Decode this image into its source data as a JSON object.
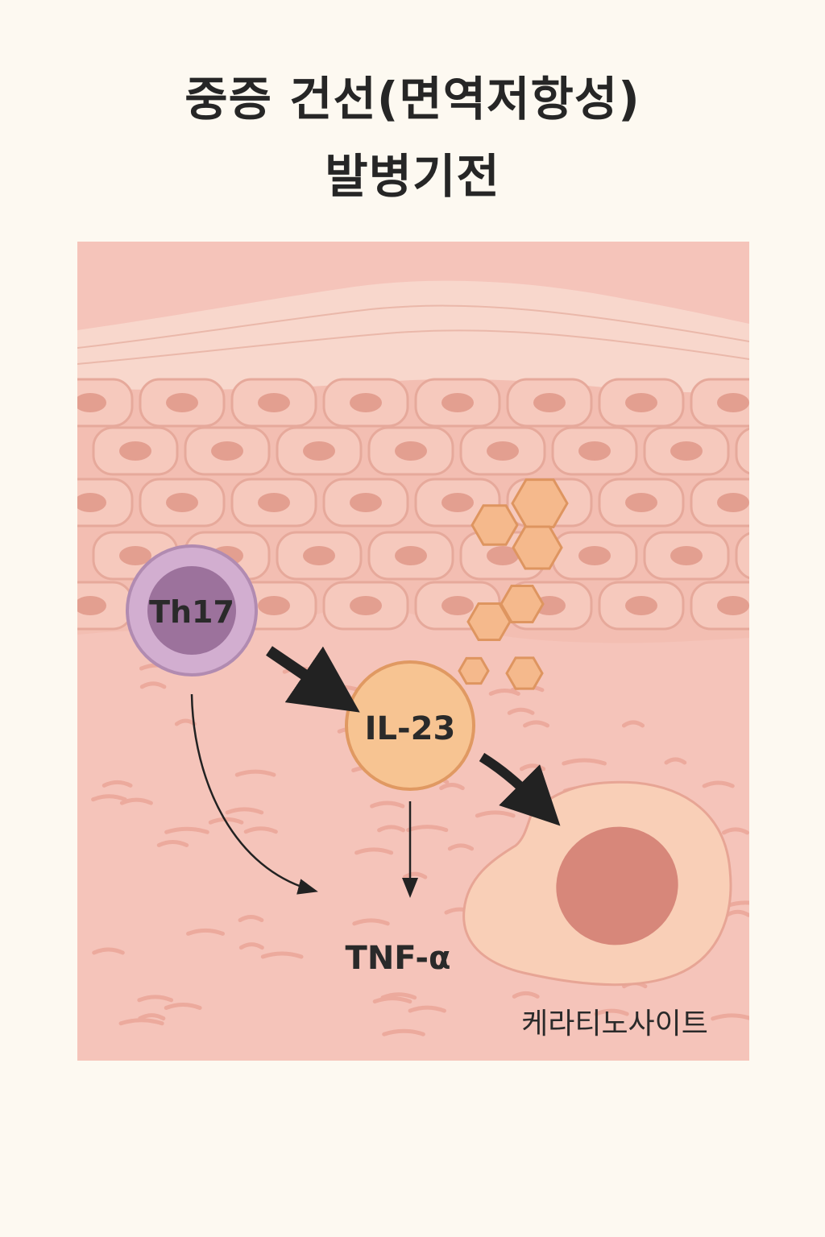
{
  "title": {
    "line1": "중증 건선(면역저항성)",
    "line2": "발병기전"
  },
  "labels": {
    "th17": "Th17",
    "il23": "IL-23",
    "tnf": "TNF-α",
    "keratinocyte": "케라티노사이트"
  },
  "colors": {
    "background": "#fdf9f1",
    "skin": "#f6cdc3",
    "dermis": "#f4c3b9",
    "cell_nucleus": "#e0a092",
    "th17_outer": "#cfa9c9",
    "th17_inner": "#9a6e98",
    "il23_fill": "#f7c38f",
    "il23_stroke": "#e1985f",
    "keratinocyte_body": "#f9d0b8",
    "keratinocyte_nucleus": "#d8867a",
    "arrow": "#222222"
  }
}
